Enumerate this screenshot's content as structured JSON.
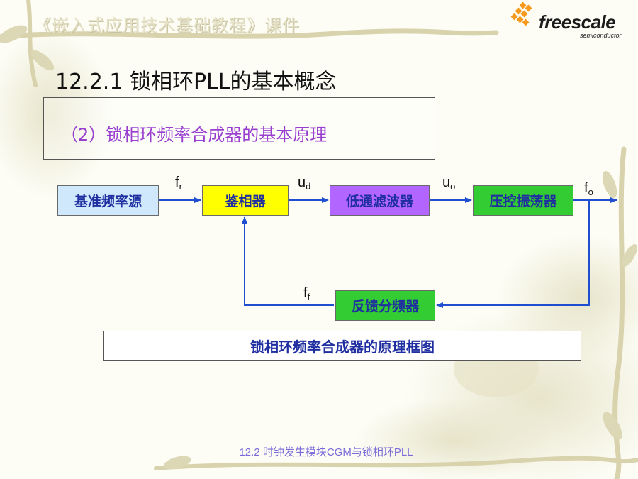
{
  "header": {
    "course_title": "《嵌入式应用技术基础教程》课件",
    "logo": {
      "name": "freescale",
      "tagline": "semiconductor"
    }
  },
  "slide": {
    "heading": "12.2.1 锁相环PLL的基本概念",
    "subtitle": "（2）锁相环频率合成器的基本原理"
  },
  "diagram": {
    "blocks": {
      "reference": {
        "label": "基准频率源",
        "color": "#cfe8fb"
      },
      "phase_detector": {
        "label": "鉴相器",
        "color": "#ffff00"
      },
      "lowpass_filter": {
        "label": "低通滤波器",
        "color": "#b266ff"
      },
      "vco": {
        "label": "压控振荡器",
        "color": "#33cc33"
      },
      "divider": {
        "label": "反馈分频器",
        "color": "#33cc33"
      }
    },
    "signals": {
      "fr": {
        "base": "f",
        "sub": "r"
      },
      "ud": {
        "base": "u",
        "sub": "d"
      },
      "uo": {
        "base": "u",
        "sub": "o"
      },
      "fo": {
        "base": "f",
        "sub": "o"
      },
      "ff": {
        "base": "f",
        "sub": "f"
      }
    },
    "caption": "锁相环频率合成器的原理框图"
  },
  "footer": {
    "text": "12.2 时钟发生模块CGM与锁相环PLL"
  }
}
